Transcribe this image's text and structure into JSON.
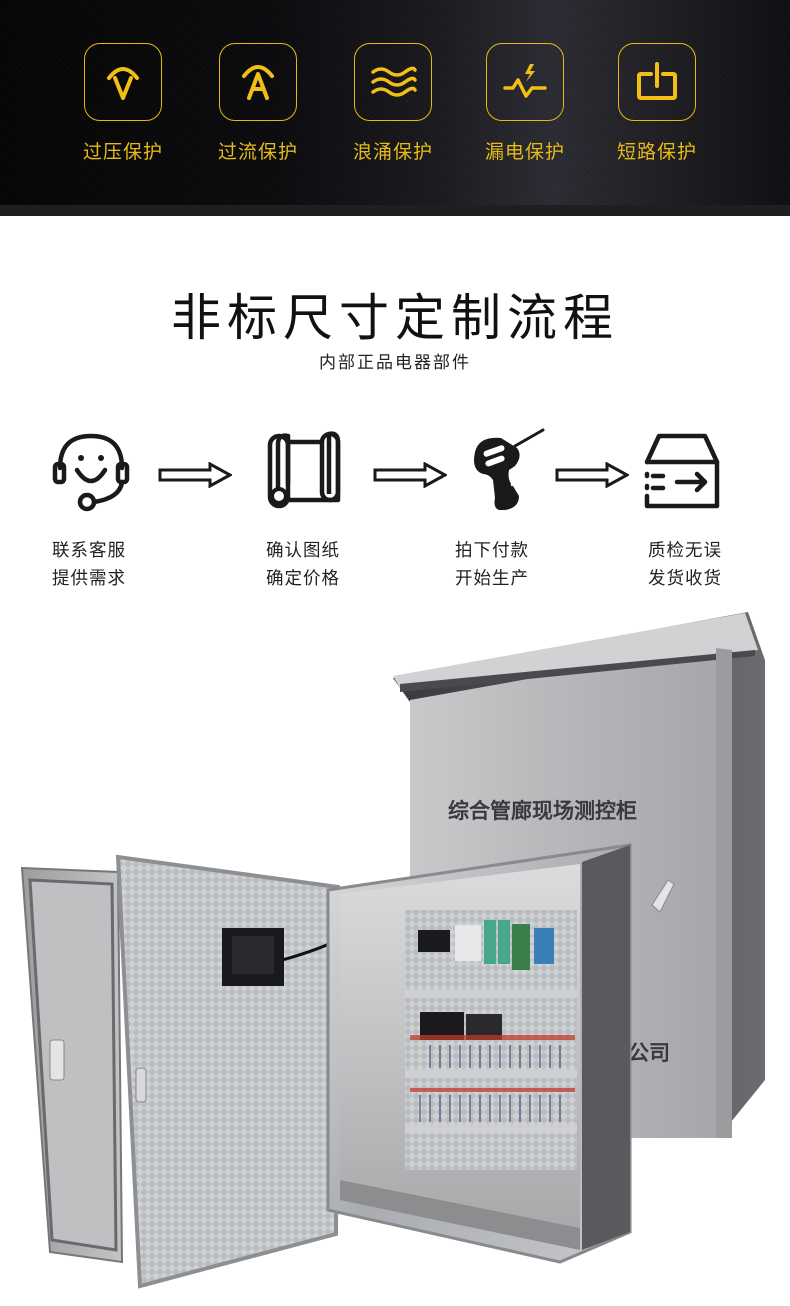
{
  "protections": [
    {
      "icon": "overvoltage-v-icon",
      "label": "过压保护"
    },
    {
      "icon": "overcurrent-a-icon",
      "label": "过流保护"
    },
    {
      "icon": "surge-waves-icon",
      "label": "浪涌保护"
    },
    {
      "icon": "leakage-lightning-icon",
      "label": "漏电保护"
    },
    {
      "icon": "short-circuit-power-icon",
      "label": "短路保护"
    }
  ],
  "section": {
    "title": "非标尺寸定制流程",
    "subtitle": "内部正品电器部件"
  },
  "steps": [
    {
      "icon": "customer-service-headset-icon",
      "line1": "联系客服",
      "line2": "提供需求"
    },
    {
      "icon": "blueprint-scroll-icon",
      "line1": "确认图纸",
      "line2": "确定价格"
    },
    {
      "icon": "drill-icon",
      "line1": "拍下付款",
      "line2": "开始生产"
    },
    {
      "icon": "delivery-box-icon",
      "line1": "质检无误",
      "line2": "发货收货"
    }
  ],
  "product": {
    "cabinet_label": "综合管廊现场测控柜",
    "company_suffix": "公司"
  },
  "colors": {
    "accent_gold": "#e7bb17",
    "banner_dark": "#0b0b0e",
    "text_dark": "#111111"
  }
}
